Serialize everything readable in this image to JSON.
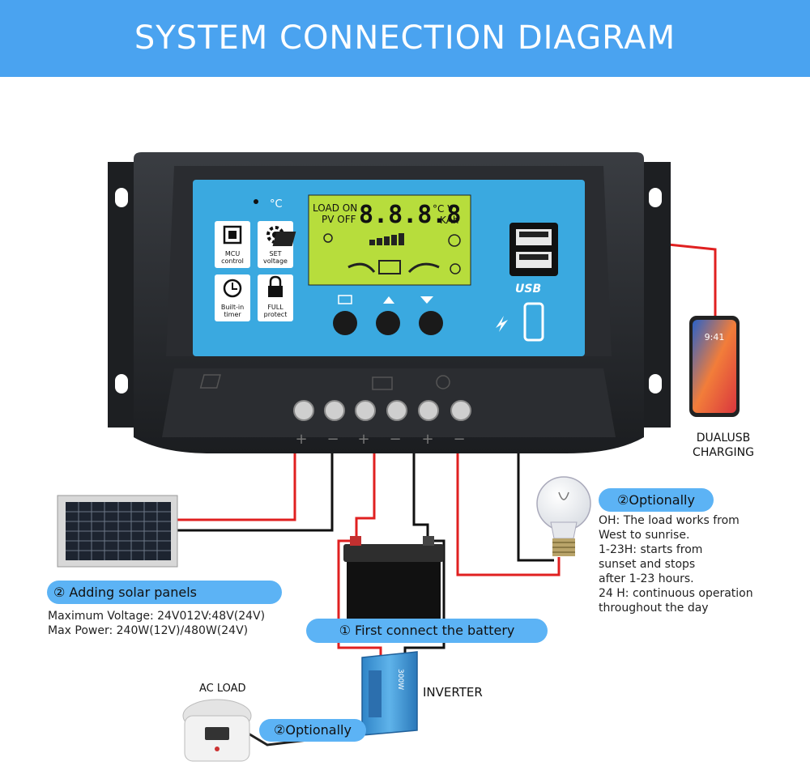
{
  "title": "SYSTEM CONNECTION DIAGRAM",
  "colors": {
    "banner": "#4aa3f0",
    "panel": "#3aa9e0",
    "lcd": "#b7dd3c",
    "wire_red": "#e02020",
    "wire_black": "#111111",
    "pill": "#5cb3f5"
  },
  "controller": {
    "icons": [
      {
        "icon": "mcu-chip-icon",
        "label1": "MCU",
        "label2": "control"
      },
      {
        "icon": "gear-icon",
        "label1": "SET",
        "label2": "voltage"
      },
      {
        "icon": "clock-icon",
        "label1": "Built-in",
        "label2": "timer"
      },
      {
        "icon": "lock-icon",
        "label1": "FULL",
        "label2": "protect"
      }
    ],
    "lcd": {
      "line1_left": "LOAD ON",
      "line2_left": "PV OFF",
      "digits": "8.8.8.8",
      "unit1": "°C V",
      "unit2": "KAh"
    },
    "usb_label": "USB",
    "terminal_signs": [
      "+",
      "−",
      "+",
      "−",
      "+",
      "−"
    ]
  },
  "usb": {
    "label_line1": "DUALUSB",
    "label_line2": "CHARGING",
    "phone_time": "9:41"
  },
  "solar": {
    "pill": "② Adding solar panels",
    "line1": "Maximum Voltage: 24V012V:48V(24V)",
    "line2": "Max Power: 240W(12V)/480W(24V)"
  },
  "battery": {
    "pill": "① First connect the battery"
  },
  "load": {
    "pill": "②Optionally",
    "lines": [
      "OH: The load works from",
      "West to sunrise.",
      "1-23H: starts from",
      "sunset and stops",
      "after 1-23 hours.",
      "24 H: continuous operation",
      "throughout the day"
    ]
  },
  "inverter": {
    "label": "INVERTER",
    "body_text": "300W"
  },
  "ac_load": {
    "label": "AC LOAD",
    "pill": "②Optionally"
  }
}
